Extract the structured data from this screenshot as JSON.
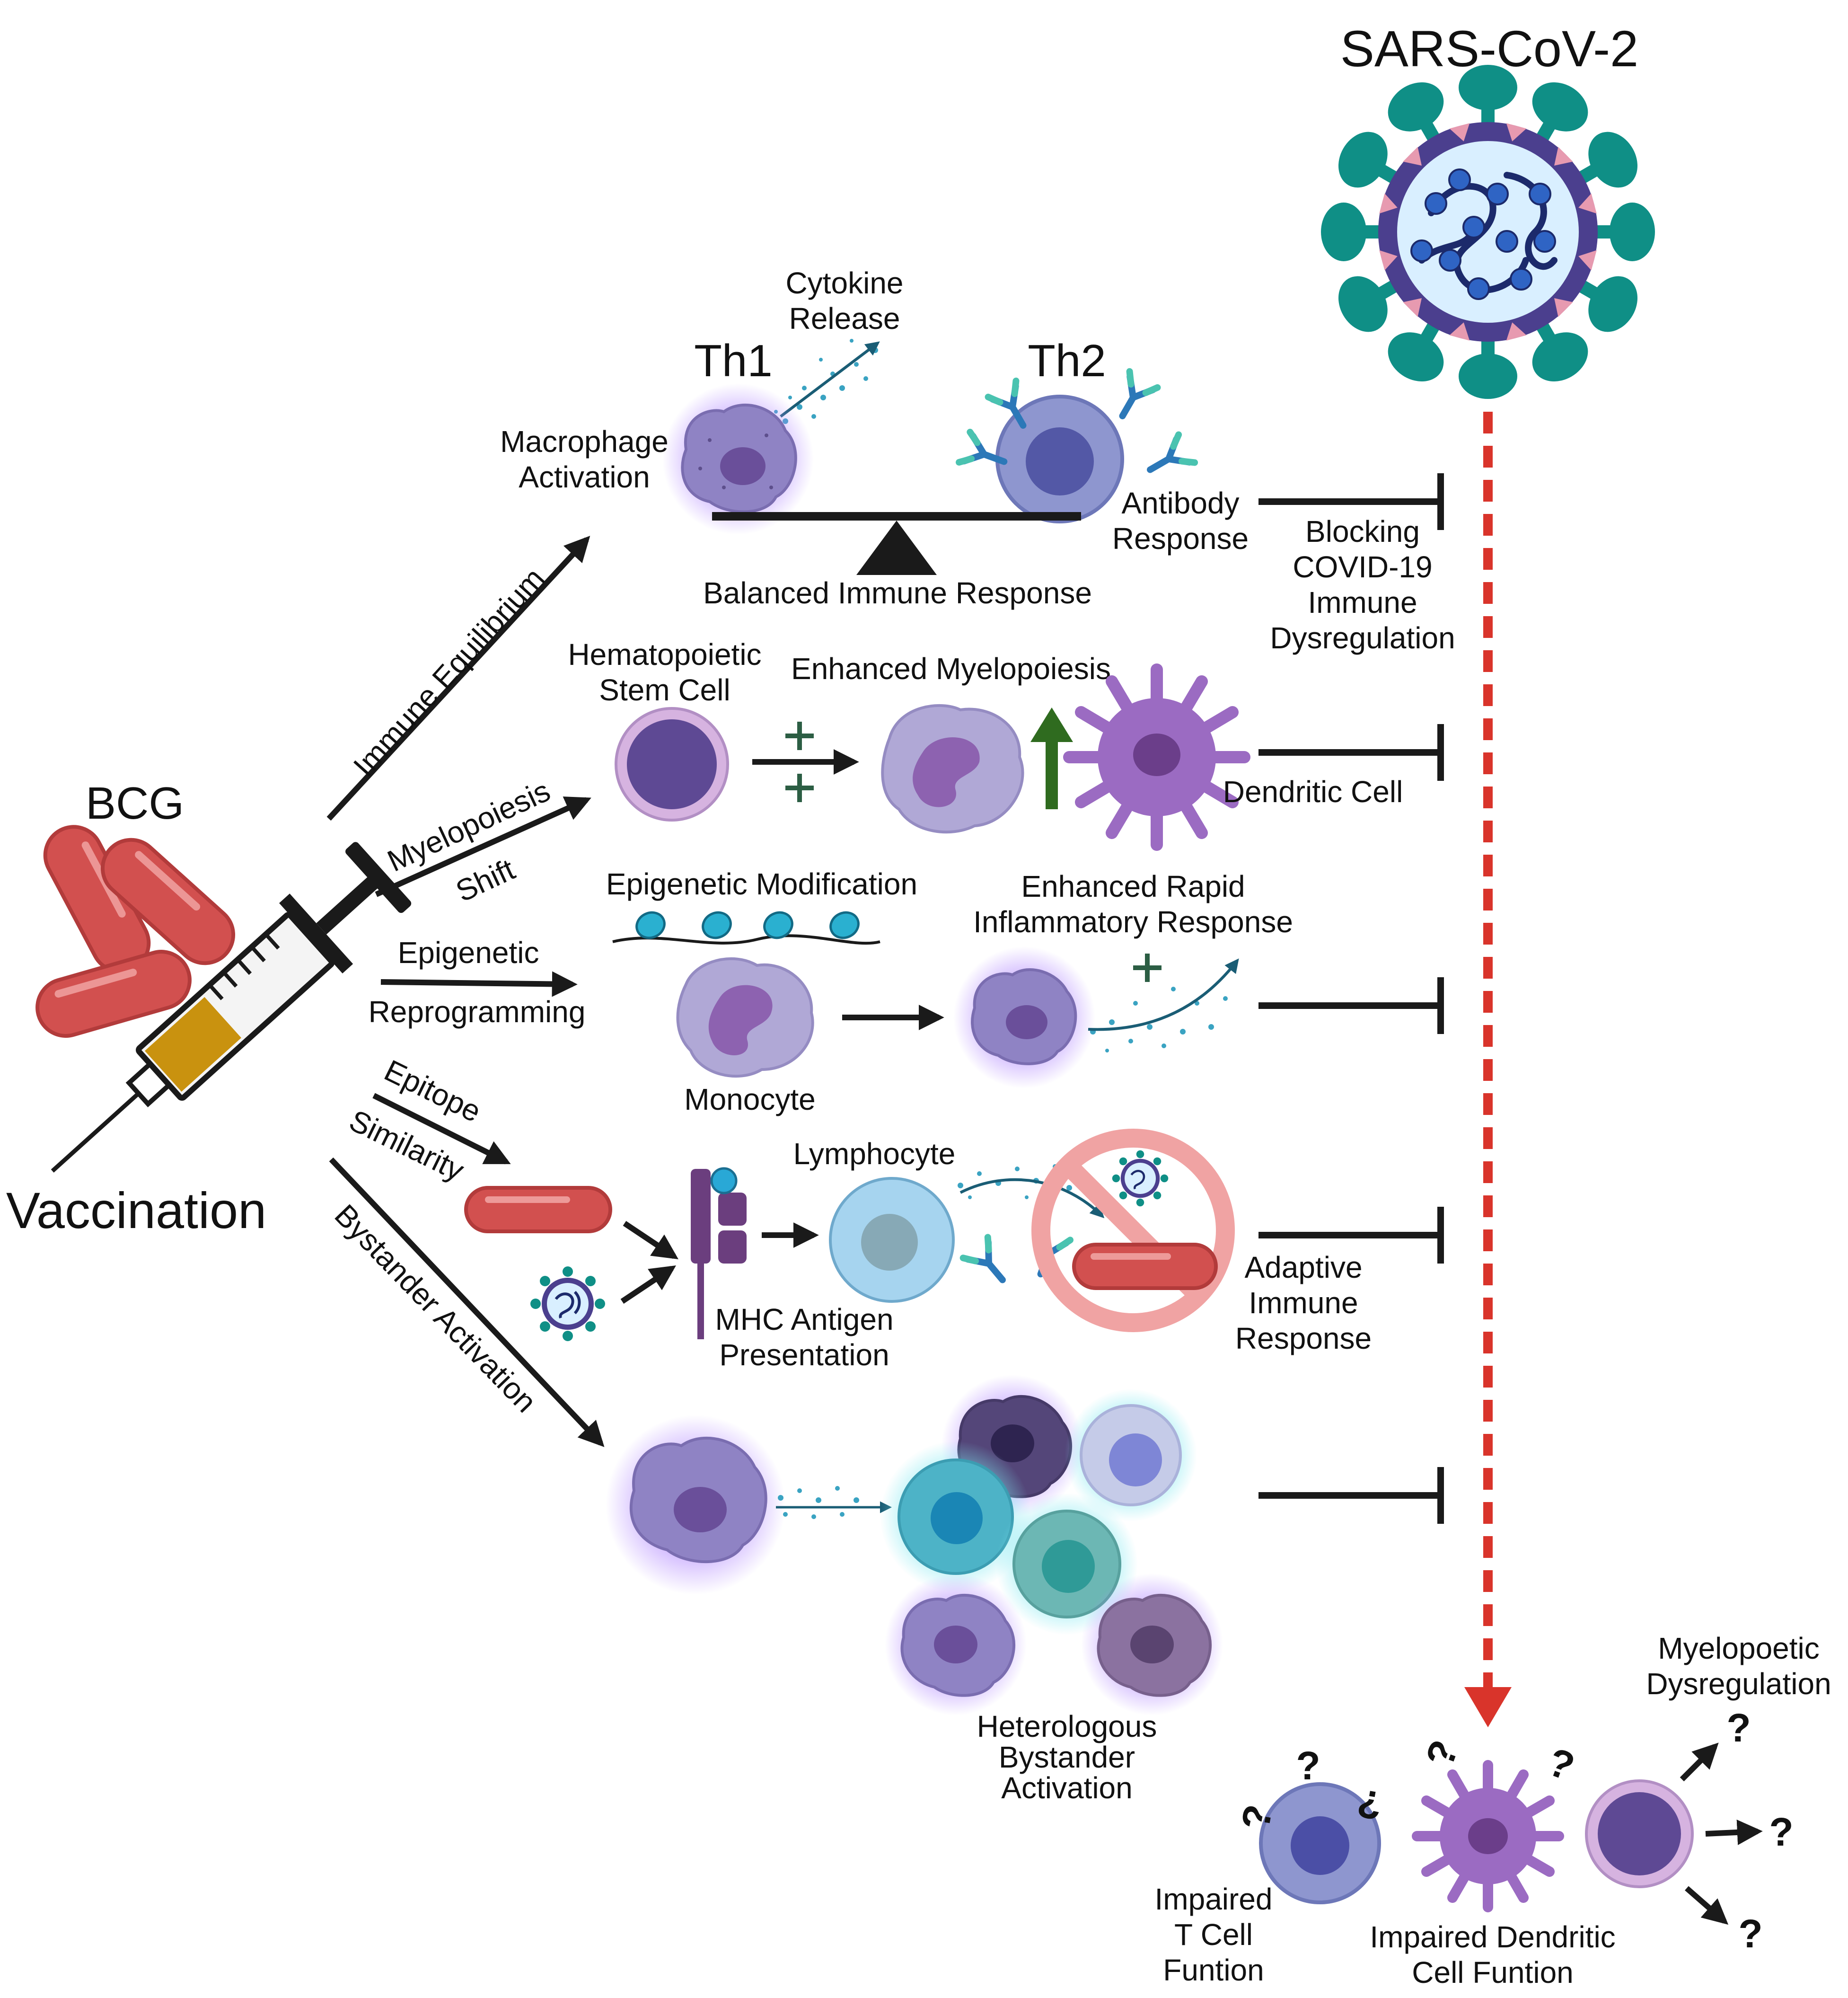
{
  "colors": {
    "arrow": "#1a1a1a",
    "virus_path": "#d9342b",
    "bcg_red": "#d2504f",
    "macrophage": "#8f83c4",
    "glow": "#b48cff",
    "stem_cell": "#5e4994",
    "dendritic": "#9b6bc2",
    "lymphocyte": "#a6d4ef",
    "growth_arrow": "#2f6b1f",
    "plus_green": "#2c5e44",
    "spike_teal": "#0f8f86",
    "no_sign": "#f0a3a3",
    "cytokine_dot": "#3aa3c2"
  },
  "titles": {
    "virus": "SARS-CoV-2",
    "bcg": "BCG",
    "vaccination": "Vaccination"
  },
  "pathways": {
    "immune_equilibrium": "Immune Equilibrium",
    "myelopoiesis_1": "Myelopoiesis",
    "myelopoiesis_2": "Shift",
    "epigenetic_1": "Epigenetic",
    "epigenetic_2": "Reprogramming",
    "epitope_1": "Epitope",
    "epitope_2": "Similarity",
    "bystander": "Bystander Activation"
  },
  "row1": {
    "th1": "Th1",
    "th2": "Th2",
    "cytokine_1": "Cytokine",
    "cytokine_2": "Release",
    "macrophage_1": "Macrophage",
    "macrophage_2": "Activation",
    "antibody_1": "Antibody",
    "antibody_2": "Response",
    "balanced": "Balanced Immune Response"
  },
  "blocking": {
    "line1": "Blocking",
    "line2": "COVID-19",
    "line3": "Immune",
    "line4": "Dysregulation"
  },
  "row2": {
    "hsc_1": "Hematopoietic",
    "hsc_2": "Stem Cell",
    "enhanced": "Enhanced Myelopoiesis",
    "dendritic": "Dendritic Cell"
  },
  "row3": {
    "epimod": "Epigenetic Modification",
    "rapid_1": "Enhanced Rapid",
    "rapid_2": "Inflammatory Response",
    "monocyte": "Monocyte"
  },
  "row4": {
    "lymphocyte": "Lymphocyte",
    "mhc_1": "MHC Antigen",
    "mhc_2": "Presentation",
    "adaptive_1": "Adaptive",
    "adaptive_2": "Immune",
    "adaptive_3": "Response"
  },
  "row5": {
    "hetero_1": "Heterologous",
    "hetero_2": "Bystander",
    "hetero_3": "Activation"
  },
  "outcomes": {
    "myelo_1": "Myelopoetic",
    "myelo_2": "Dysregulation",
    "tcell_1": "Impaired",
    "tcell_2": "T Cell",
    "tcell_3": "Funtion",
    "dc_1": "Impaired Dendritic",
    "dc_2": "Cell Funtion",
    "q": "?"
  }
}
